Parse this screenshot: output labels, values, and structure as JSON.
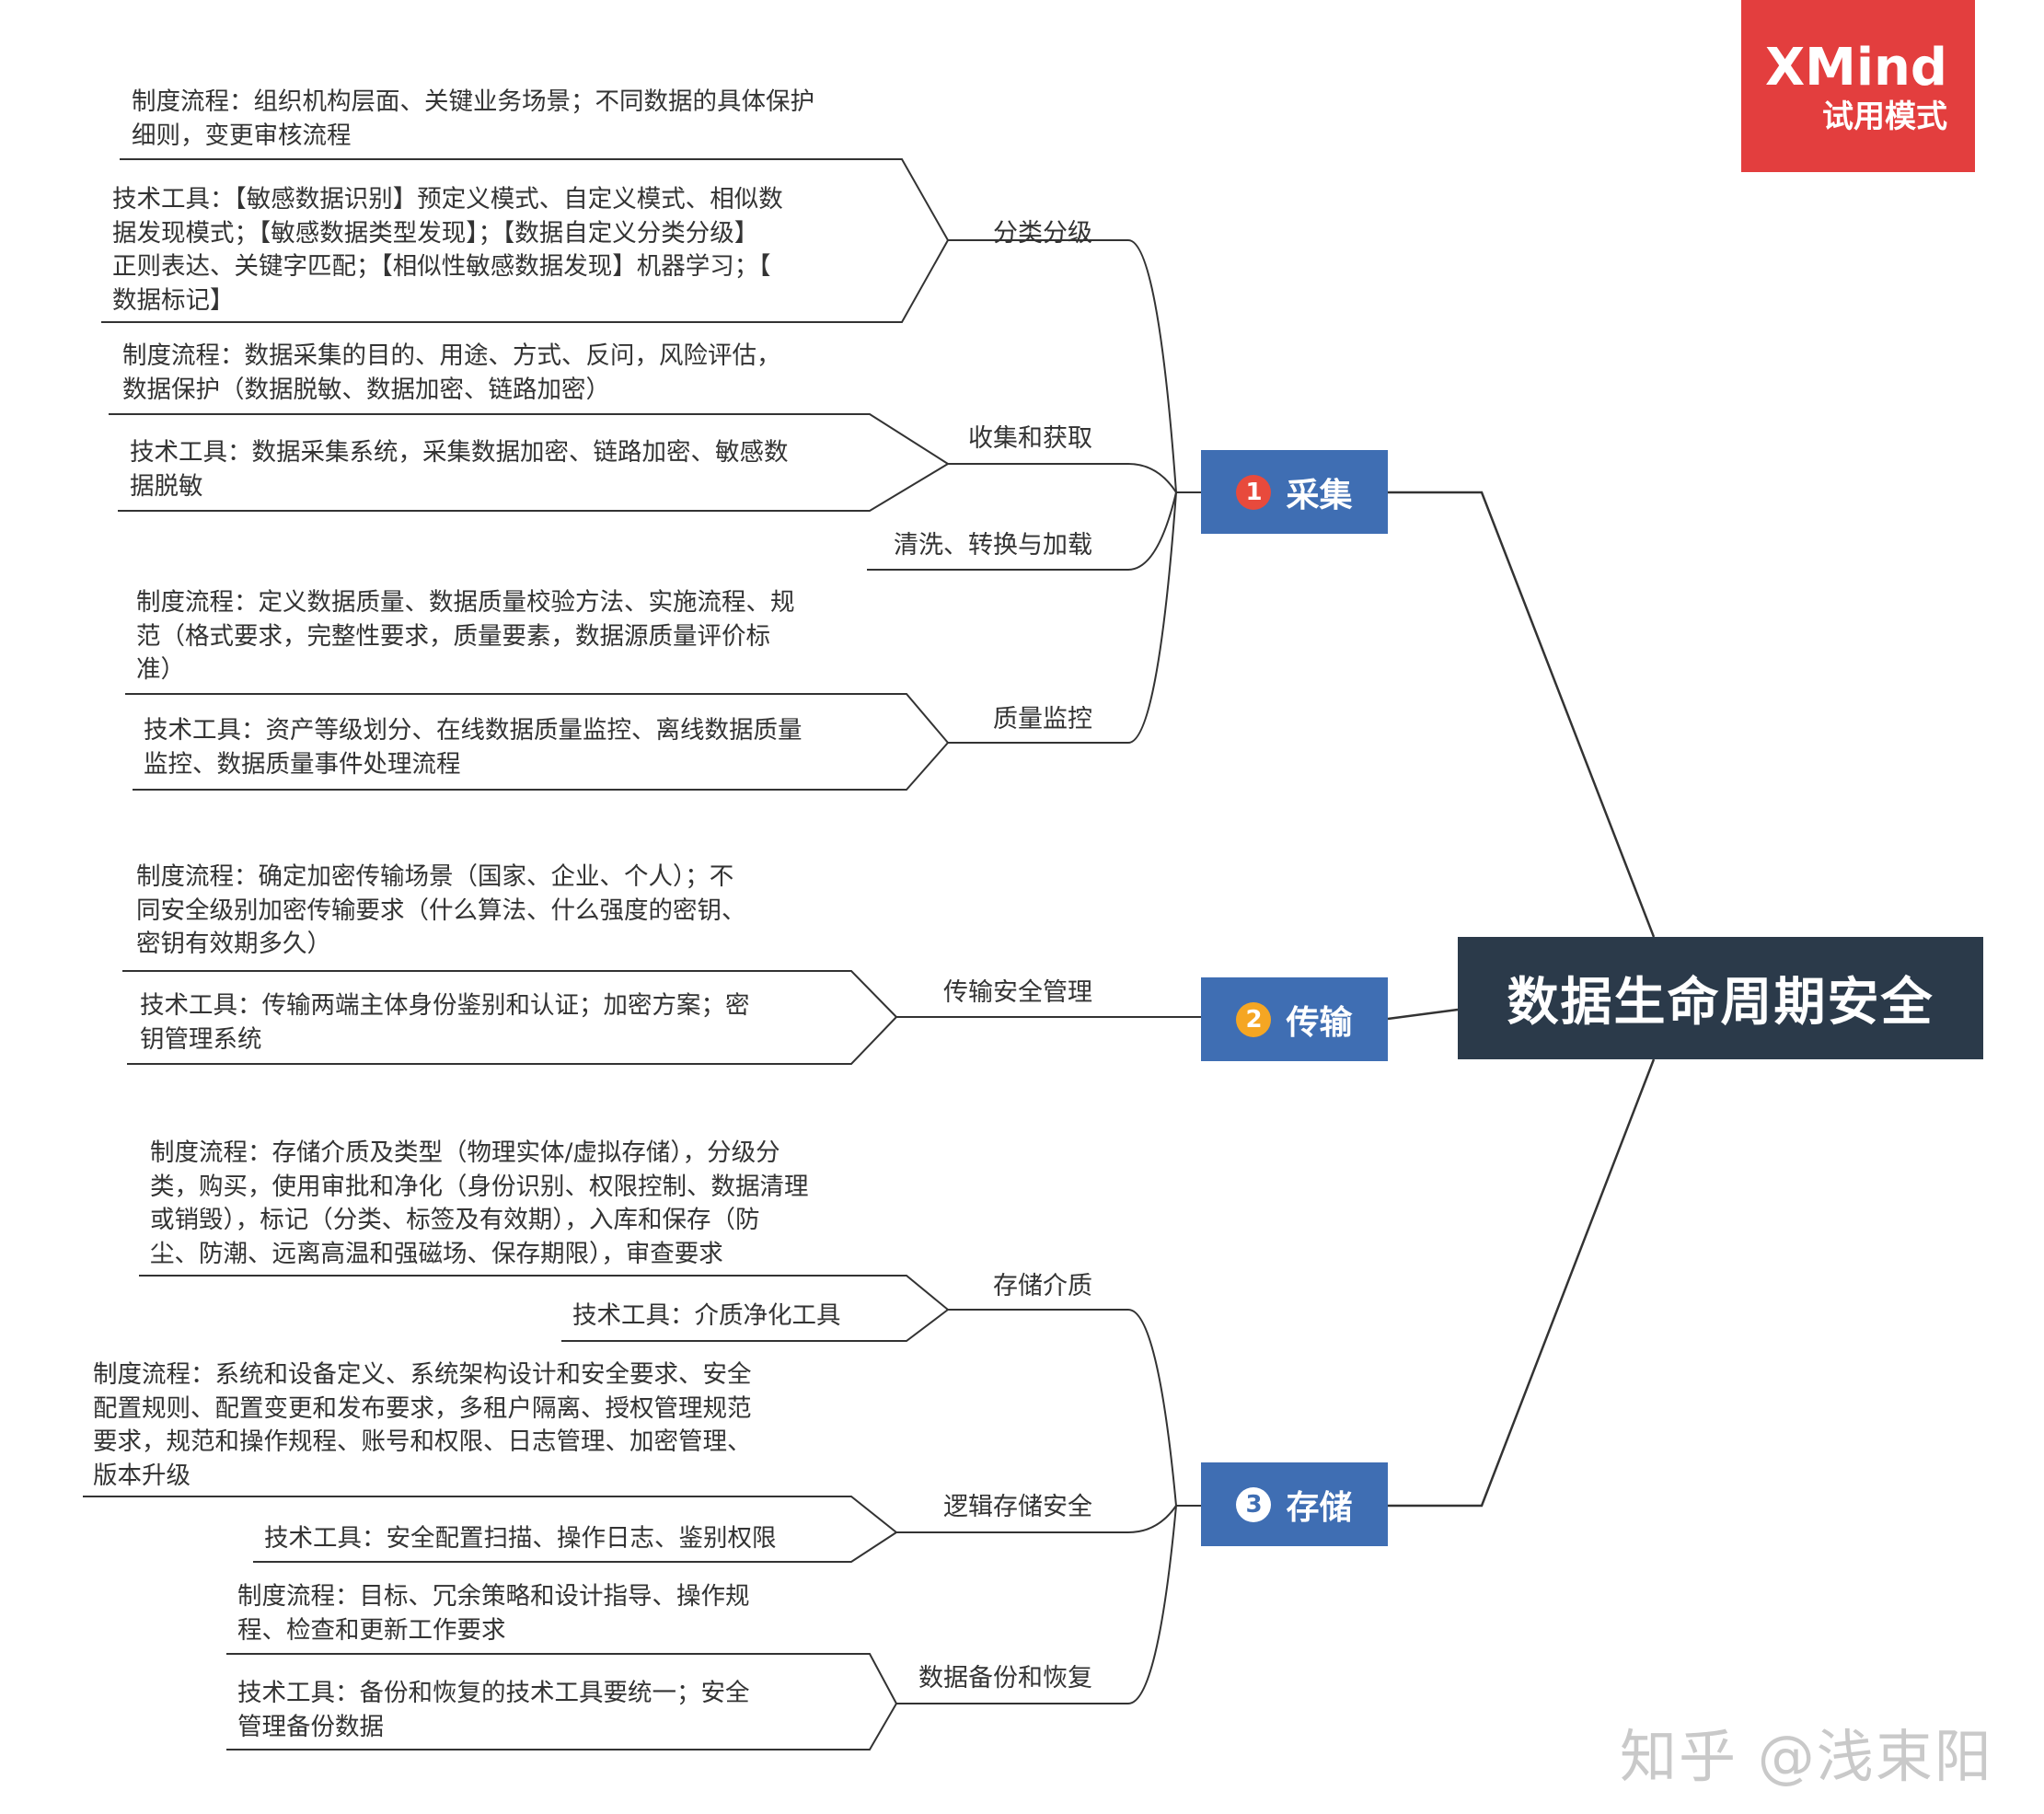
{
  "colors": {
    "main_node": "#3f6eb3",
    "root_node": "#2b3a4a",
    "badge_red": "#e84a3c",
    "badge_amber": "#f5a623",
    "badge_blue": "#3f6eb3",
    "logo": "#e33e3e",
    "line": "#333333"
  },
  "logo": {
    "brand": "XMind",
    "mode": "试用模式"
  },
  "root": {
    "label": "数据生命周期安全"
  },
  "watermark": "知乎 @浅束阳",
  "main_topics": [
    {
      "number": "1",
      "label": "采集",
      "subtopics": [
        {
          "label": "分类分级",
          "leaves": [
            {
              "lines": [
                "制度流程：组织机构层面、关键业务场景；不同数据的具体保护",
                "细则，变更审核流程"
              ]
            },
            {
              "lines": [
                "技术工具：【敏感数据识别】预定义模式、自定义模式、相似数",
                "据发现模式；【敏感数据类型发现】；【数据自定义分类分级】",
                "正则表达、关键字匹配；【相似性敏感数据发现】机器学习；【",
                "数据标记】"
              ]
            }
          ]
        },
        {
          "label": "收集和获取",
          "leaves": [
            {
              "lines": [
                "制度流程：数据采集的目的、用途、方式、反问，风险评估，",
                "数据保护（数据脱敏、数据加密、链路加密）"
              ]
            },
            {
              "lines": [
                "技术工具：数据采集系统，采集数据加密、链路加密、敏感数",
                "据脱敏"
              ]
            }
          ]
        },
        {
          "label": "清洗、转换与加载",
          "leaves": []
        },
        {
          "label": "质量监控",
          "leaves": [
            {
              "lines": [
                "制度流程：定义数据质量、数据质量校验方法、实施流程、规",
                "范（格式要求，完整性要求，质量要素，数据源质量评价标",
                "准）"
              ]
            },
            {
              "lines": [
                "技术工具：资产等级划分、在线数据质量监控、离线数据质量",
                "监控、数据质量事件处理流程"
              ]
            }
          ]
        }
      ]
    },
    {
      "number": "2",
      "label": "传输",
      "subtopics": [
        {
          "label": "传输安全管理",
          "leaves": [
            {
              "lines": [
                "制度流程：确定加密传输场景（国家、企业、个人）；不",
                "同安全级别加密传输要求（什么算法、什么强度的密钥、",
                "密钥有效期多久）"
              ]
            },
            {
              "lines": [
                "技术工具：传输两端主体身份鉴别和认证；加密方案；密",
                "钥管理系统"
              ]
            }
          ]
        }
      ]
    },
    {
      "number": "3",
      "label": "存储",
      "subtopics": [
        {
          "label": "存储介质",
          "leaves": [
            {
              "lines": [
                "制度流程：存储介质及类型（物理实体/虚拟存储），分级分",
                "类，购买，使用审批和净化（身份识别、权限控制、数据清理",
                "或销毁），标记（分类、标签及有效期），入库和保存（防",
                "尘、防潮、远离高温和强磁场、保存期限），审查要求"
              ]
            },
            {
              "lines": [
                "技术工具：介质净化工具"
              ]
            }
          ]
        },
        {
          "label": "逻辑存储安全",
          "leaves": [
            {
              "lines": [
                "制度流程：系统和设备定义、系统架构设计和安全要求、安全",
                "配置规则、配置变更和发布要求，多租户隔离、授权管理规范",
                "要求，规范和操作规程、账号和权限、日志管理、加密管理、",
                "版本升级"
              ]
            },
            {
              "lines": [
                "技术工具：安全配置扫描、操作日志、鉴别权限"
              ]
            }
          ]
        },
        {
          "label": "数据备份和恢复",
          "leaves": [
            {
              "lines": [
                "制度流程：目标、冗余策略和设计指导、操作规",
                "程、检查和更新工作要求"
              ]
            },
            {
              "lines": [
                "技术工具：备份和恢复的技术工具要统一；安全",
                "管理备份数据"
              ]
            }
          ]
        }
      ]
    }
  ]
}
